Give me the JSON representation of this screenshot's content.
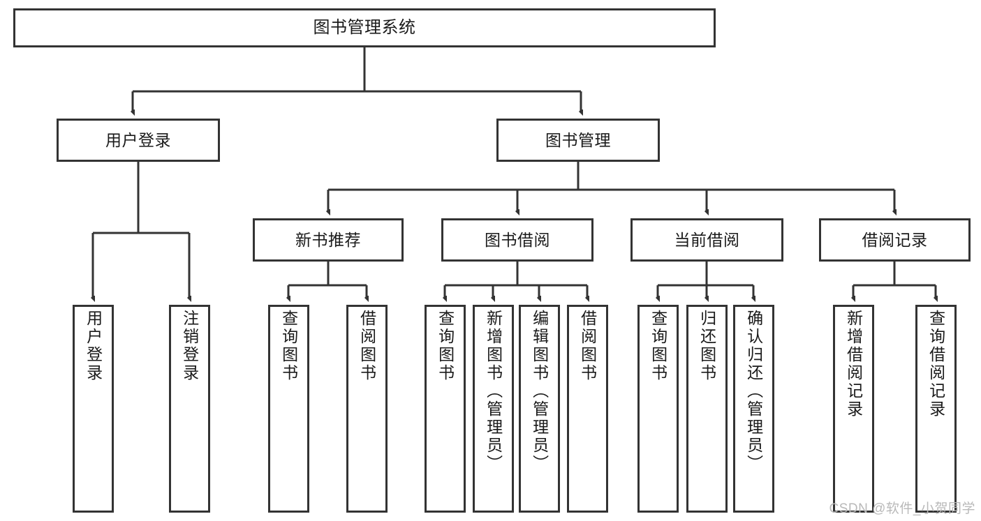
{
  "diagram": {
    "type": "tree-hierarchy",
    "title": "图书管理系统",
    "nodes": {
      "root": {
        "label": "图书管理系统",
        "level": 1
      },
      "l2": [
        {
          "id": "user-login",
          "label": "用户登录"
        },
        {
          "id": "book-manage",
          "label": "图书管理"
        }
      ],
      "l3": [
        {
          "id": "new-book-rec",
          "label": "新书推荐",
          "parent": "book-manage"
        },
        {
          "id": "book-borrow",
          "label": "图书借阅",
          "parent": "book-manage"
        },
        {
          "id": "current-borrow",
          "label": "当前借阅",
          "parent": "book-manage"
        },
        {
          "id": "borrow-record",
          "label": "借阅记录",
          "parent": "book-manage"
        }
      ],
      "leaves": [
        {
          "id": "leaf-user-login",
          "label": "用户登录",
          "parent": "user-login"
        },
        {
          "id": "leaf-user-logout",
          "label": "注销登录",
          "parent": "user-login"
        },
        {
          "id": "leaf-query-book-1",
          "label": "查询图书",
          "parent": "new-book-rec"
        },
        {
          "id": "leaf-borrow-book-1",
          "label": "借阅图书",
          "parent": "new-book-rec"
        },
        {
          "id": "leaf-query-book-2",
          "label": "查询图书",
          "parent": "book-borrow"
        },
        {
          "id": "leaf-add-book",
          "label": "新增图书（管理员）",
          "parent": "book-borrow"
        },
        {
          "id": "leaf-edit-book",
          "label": "编辑图书（管理员）",
          "parent": "book-borrow"
        },
        {
          "id": "leaf-borrow-book-2",
          "label": "借阅图书",
          "parent": "book-borrow"
        },
        {
          "id": "leaf-query-book-3",
          "label": "查询图书",
          "parent": "current-borrow"
        },
        {
          "id": "leaf-return-book",
          "label": "归还图书",
          "parent": "current-borrow"
        },
        {
          "id": "leaf-confirm-return",
          "label": "确认归还（管理员）",
          "parent": "current-borrow"
        },
        {
          "id": "leaf-add-record",
          "label": "新增借阅记录",
          "parent": "borrow-record"
        },
        {
          "id": "leaf-query-record",
          "label": "查询借阅记录",
          "parent": "borrow-record"
        }
      ]
    },
    "colors": {
      "border": "#333333",
      "fill": "#ffffff",
      "text": "#1a1a1a",
      "connector": "#333333",
      "watermark": "#b9b9b9"
    }
  },
  "watermark": {
    "text": "CSDN @软件_小贺同学"
  }
}
